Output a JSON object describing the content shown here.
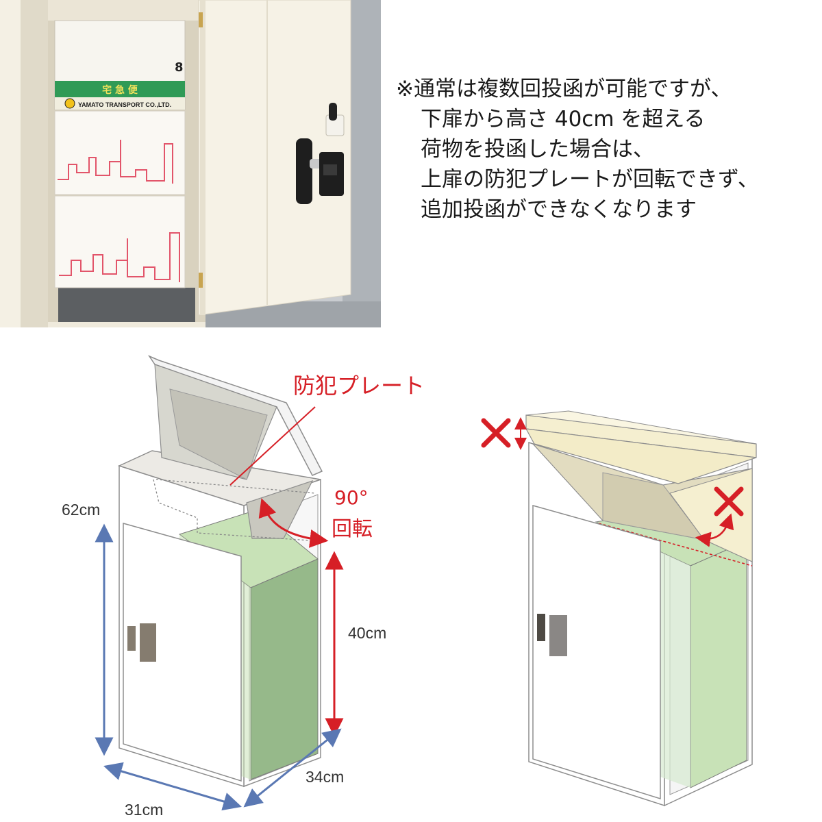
{
  "photo": {
    "box_number": "8",
    "box_band": "宅 急 便",
    "box_brand": "YAMATO TRANSPORT CO.,LTD."
  },
  "note": {
    "lines": [
      "※通常は複数回投函が可能ですが、",
      "下扉から高さ 40cm を超える",
      "荷物を投函した場合は、",
      "上扉の防犯プレートが回転できず、",
      "追加投函ができなくなります"
    ]
  },
  "diagram": {
    "plate_label": "防犯プレート",
    "rotation_degrees": "90°",
    "rotation_label": "回転",
    "height_total": "62cm",
    "height_limit": "40cm",
    "width": "31cm",
    "depth": "34cm",
    "colors": {
      "accent_red": "#d61f26",
      "dimension_blue": "#5a78b3",
      "parcel_light": "#c8e2b7",
      "parcel_dark": "#96b98a",
      "lid_cream": "#f5efd0"
    }
  }
}
